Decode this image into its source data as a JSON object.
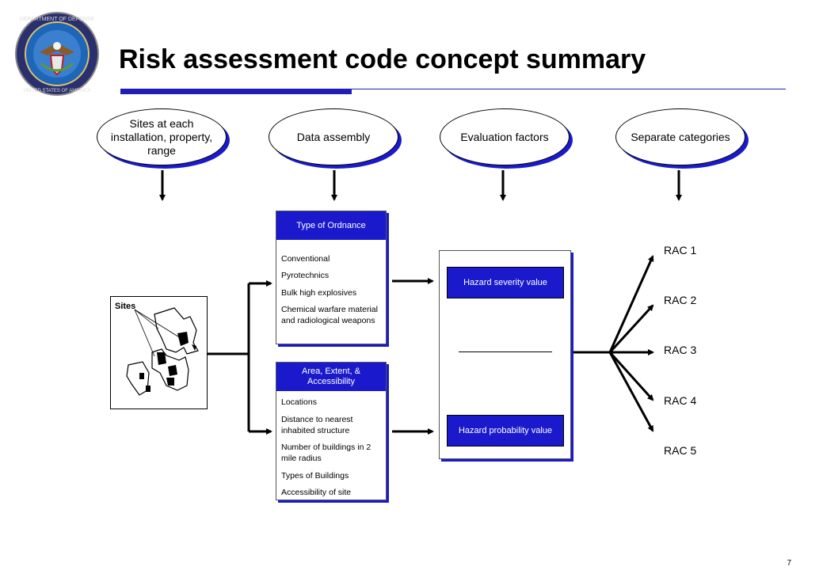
{
  "title": "Risk assessment code concept summary",
  "page_number": "7",
  "ovals": [
    {
      "label": "Sites at each installation, property, range"
    },
    {
      "label": "Data assembly"
    },
    {
      "label": "Evaluation factors"
    },
    {
      "label": "Separate categories"
    }
  ],
  "sites_map": {
    "label": "Sites"
  },
  "ordnance_panel": {
    "header": "Type of Ordnance",
    "items": [
      "Conventional",
      "Pyrotechnics",
      "Bulk high explosives",
      "Chemical warfare material",
      "and radiological weapons"
    ]
  },
  "area_panel": {
    "header_line1": "Area, Extent, &",
    "header_line2": "Accessibility",
    "items": [
      "Locations",
      "Distance to nearest",
      "inhabited structure",
      "Number of buildings in 2",
      "mile radius",
      "Types of Buildings",
      "Accessibility of site"
    ]
  },
  "evaluation": {
    "severity": "Hazard severity value",
    "probability": "Hazard probability value"
  },
  "rac": [
    "RAC 1",
    "RAC 2",
    "RAC 3",
    "RAC 4",
    "RAC 5"
  ],
  "colors": {
    "accent_blue": "#1a1acc",
    "rule_blue": "#1f1fb8"
  },
  "logo": {
    "text_top": "DEPARTMENT OF DEFENSE",
    "text_bottom": "UNITED STATES OF AMERICA"
  }
}
